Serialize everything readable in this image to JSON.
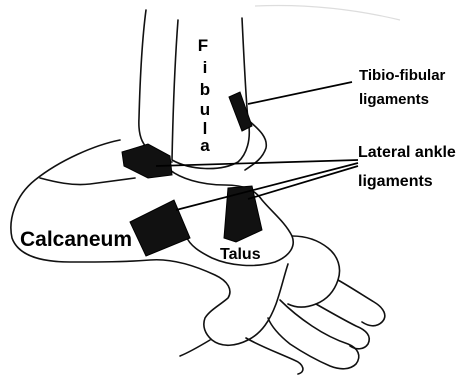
{
  "diagram": {
    "bones": {
      "fibula_letters": [
        "F",
        "i",
        "b",
        "u",
        "l",
        "a"
      ],
      "talus": "Talus",
      "calcaneum": "Calcaneum"
    },
    "callouts": {
      "tibiofibular": [
        "Tibio-fibular",
        "ligaments"
      ],
      "lateral": [
        "Lateral ankle",
        "ligaments"
      ]
    },
    "colors": {
      "ink": "#000000",
      "ligament": "#111111",
      "background": "#ffffff"
    }
  }
}
